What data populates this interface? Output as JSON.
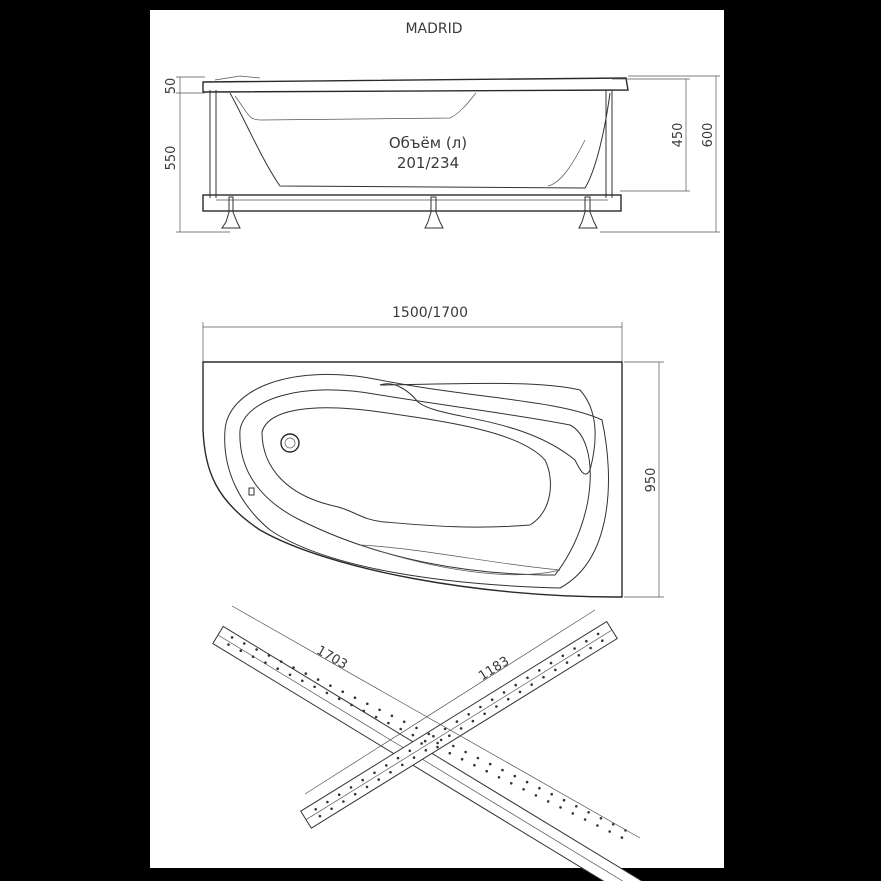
{
  "title": "MADRID",
  "side_view": {
    "volume_label": "Объём (л)",
    "volume_values": "201/234",
    "dim_rim": "50",
    "dim_total_left": "550",
    "dim_depth": "450",
    "dim_height": "600"
  },
  "top_view": {
    "dim_length": "1500/1700",
    "dim_width": "950"
  },
  "frame": {
    "dim_long_bar": "1703",
    "dim_short_bar": "1183"
  },
  "colors": {
    "background": "#000000",
    "paper": "#ffffff",
    "line": "#333333"
  }
}
